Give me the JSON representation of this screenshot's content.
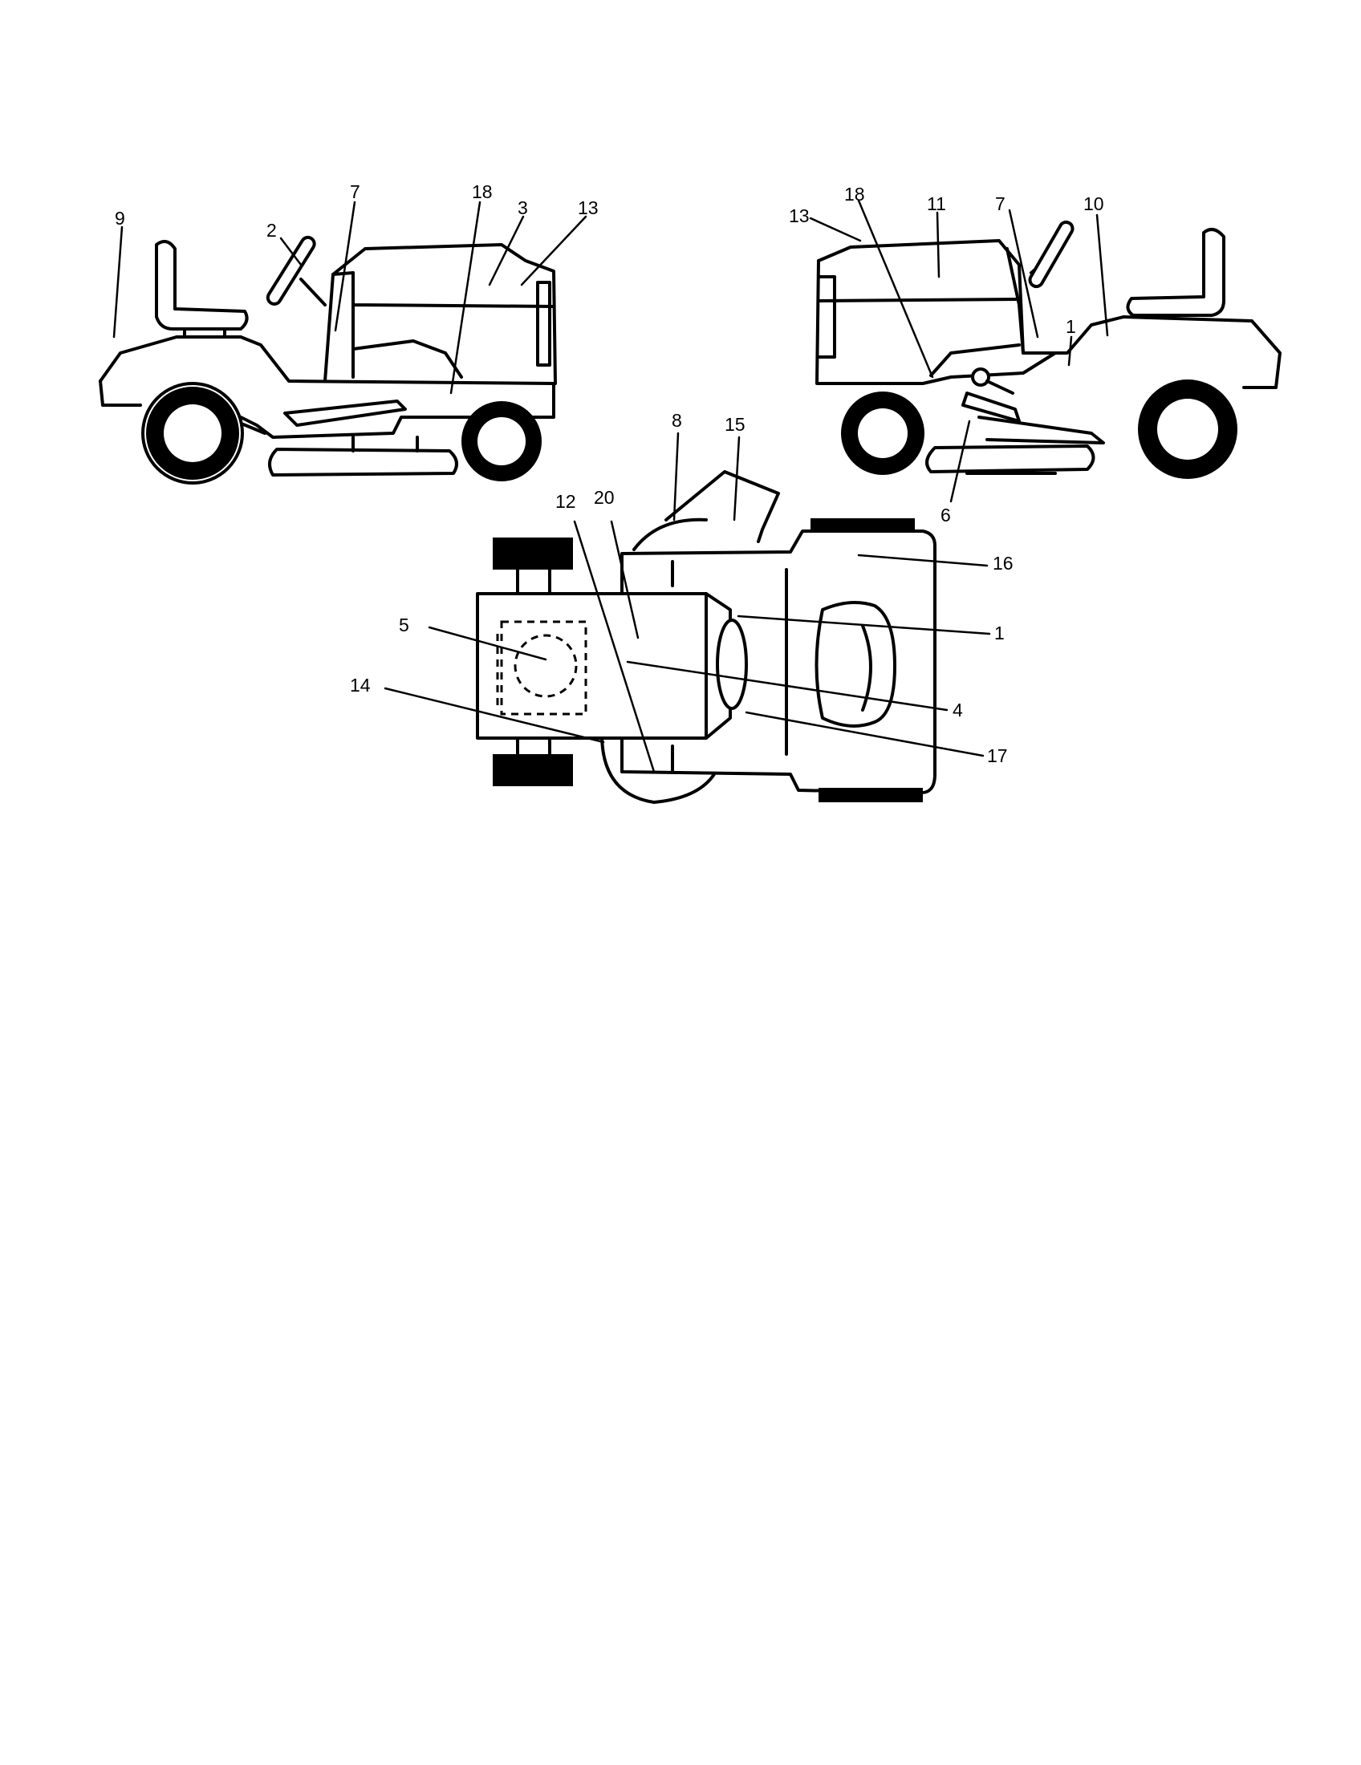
{
  "callouts": {
    "left_view": {
      "c9": "9",
      "c2": "2",
      "c7": "7",
      "c18": "18",
      "c3": "3",
      "c13": "13"
    },
    "right_view": {
      "c13": "13",
      "c18": "18",
      "c11": "11",
      "c7": "7",
      "c10": "10",
      "c1": "1",
      "c6": "6"
    },
    "top_view": {
      "c8": "8",
      "c15": "15",
      "c12": "12",
      "c20": "20",
      "c16": "16",
      "c5": "5",
      "c1": "1",
      "c14": "14",
      "c4": "4",
      "c17": "17"
    }
  }
}
